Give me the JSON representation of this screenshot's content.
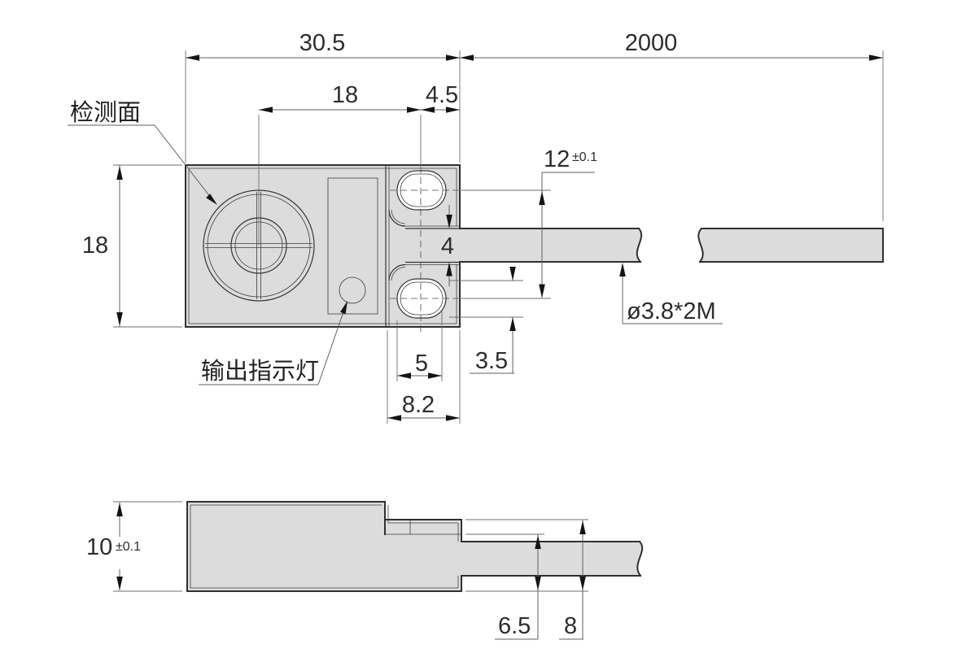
{
  "annotations": {
    "detection_face_label": "检测面",
    "output_indicator_label": "输出指示灯",
    "cable_spec_label": "ø3.8*2M"
  },
  "top_view": {
    "dim_total_width": "30.5",
    "dim_cable_length": "2000",
    "dim_hole_center_offset": "18",
    "dim_edge_to_hole_center": "4.5",
    "dim_body_height": "18",
    "dim_hole_pitch_value": "12",
    "dim_hole_pitch_tolerance": "±0.1",
    "dim_cable_slot_gap": "4",
    "dim_slot_height": "3.5",
    "dim_slot_length": "5",
    "dim_bracket_width": "8.2"
  },
  "side_view": {
    "dim_body_thickness_value": "10",
    "dim_body_thickness_tolerance": "±0.1",
    "dim_slot_floor_height": "6.5",
    "dim_bracket_height": "8"
  }
}
